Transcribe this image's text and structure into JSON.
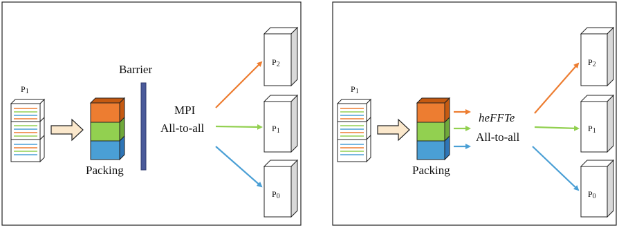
{
  "left_panel": {
    "source_label": "P",
    "source_sub": "1",
    "packing_label": "Packing",
    "barrier_label": "Barrier",
    "comm_line1": "MPI",
    "comm_line2": "All-to-all",
    "targets": [
      {
        "label": "P",
        "sub": "2"
      },
      {
        "label": "P",
        "sub": "1"
      },
      {
        "label": "P",
        "sub": "0"
      }
    ]
  },
  "right_panel": {
    "source_label": "P",
    "source_sub": "1",
    "packing_label": "Packing",
    "comm_line1": "heFFTe",
    "comm_line2": "All-to-all",
    "targets": [
      {
        "label": "P",
        "sub": "2"
      },
      {
        "label": "P",
        "sub": "1"
      },
      {
        "label": "P",
        "sub": "0"
      }
    ]
  },
  "colors": {
    "orange": "#ED7D31",
    "green": "#92D050",
    "blue": "#4A9FD5",
    "barrier": "#4A5A9A",
    "fat_arrow_fill": "#FBE8CC"
  }
}
